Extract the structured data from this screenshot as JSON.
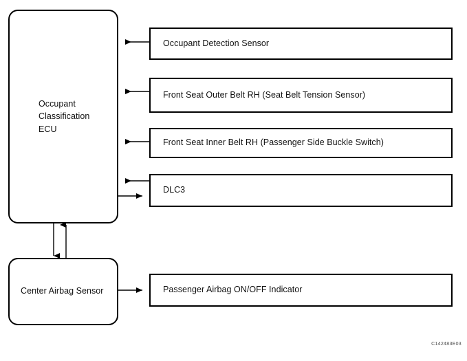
{
  "diagram": {
    "figure_code": "C142483E03",
    "background_color": "#ffffff",
    "line_color": "#000000",
    "nodes": {
      "ecu": {
        "label": "Occupant\nClassification\nECU",
        "shape": "rounded-rectangle"
      },
      "center_airbag_sensor": {
        "label": "Center Airbag Sensor",
        "shape": "rounded-rectangle"
      },
      "occupant_detection_sensor": {
        "label": "Occupant Detection Sensor",
        "shape": "rectangle"
      },
      "front_seat_outer_belt": {
        "label": "Front Seat Outer Belt RH (Seat Belt Tension Sensor)",
        "shape": "rectangle"
      },
      "front_seat_inner_belt": {
        "label": "Front Seat Inner Belt RH (Passenger Side Buckle Switch)",
        "shape": "rectangle"
      },
      "dlc3": {
        "label": "DLC3",
        "shape": "rectangle"
      },
      "passenger_airbag_indicator": {
        "label": "Passenger Airbag ON/OFF Indicator",
        "shape": "rectangle"
      }
    },
    "connections": [
      {
        "from": "occupant_detection_sensor",
        "to": "ecu",
        "direction": "left"
      },
      {
        "from": "front_seat_outer_belt",
        "to": "ecu",
        "direction": "left"
      },
      {
        "from": "front_seat_inner_belt",
        "to": "ecu",
        "direction": "left"
      },
      {
        "from": "dlc3",
        "to": "ecu",
        "direction": "left"
      },
      {
        "from": "ecu",
        "to": "dlc3",
        "direction": "right"
      },
      {
        "from": "ecu",
        "to": "center_airbag_sensor",
        "direction": "down"
      },
      {
        "from": "center_airbag_sensor",
        "to": "ecu",
        "direction": "up"
      },
      {
        "from": "center_airbag_sensor",
        "to": "passenger_airbag_indicator",
        "direction": "right"
      }
    ]
  }
}
